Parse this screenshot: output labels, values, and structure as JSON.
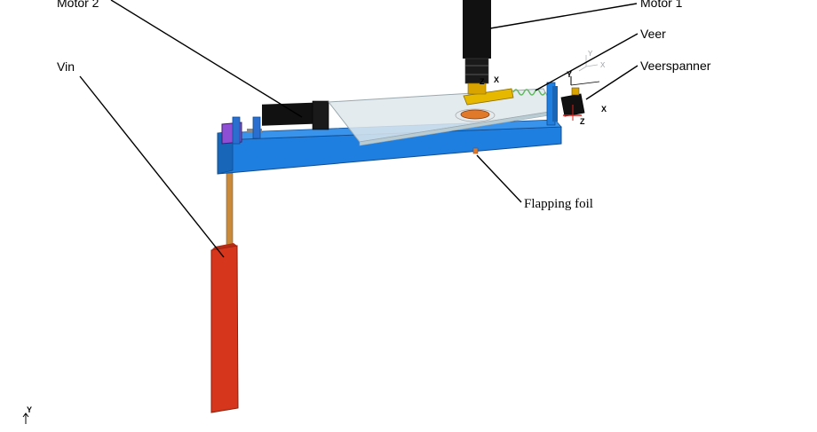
{
  "labels": {
    "motor2": "Motor 2",
    "motor1": "Motor 1",
    "vin": "Vin",
    "veer": "Veer",
    "veerspanner": "Veerspanner",
    "flapping_foil": "Flapping foil"
  },
  "axis_marks": {
    "x": "X",
    "y": "Y",
    "z": "Z"
  },
  "colors": {
    "beam_blue": "#1f7fe0",
    "beam_dark_blue": "#1766b8",
    "fin_red": "#d6361c",
    "rod_orange": "#c98a3c",
    "motor_black": "#111111",
    "plate_glass": "#dfe8ec",
    "spring_green": "#5fb85f",
    "coupling_yellow": "#e6b800",
    "foil_orange": "#e07a2a",
    "bracket_purple": "#8e4fd4"
  }
}
